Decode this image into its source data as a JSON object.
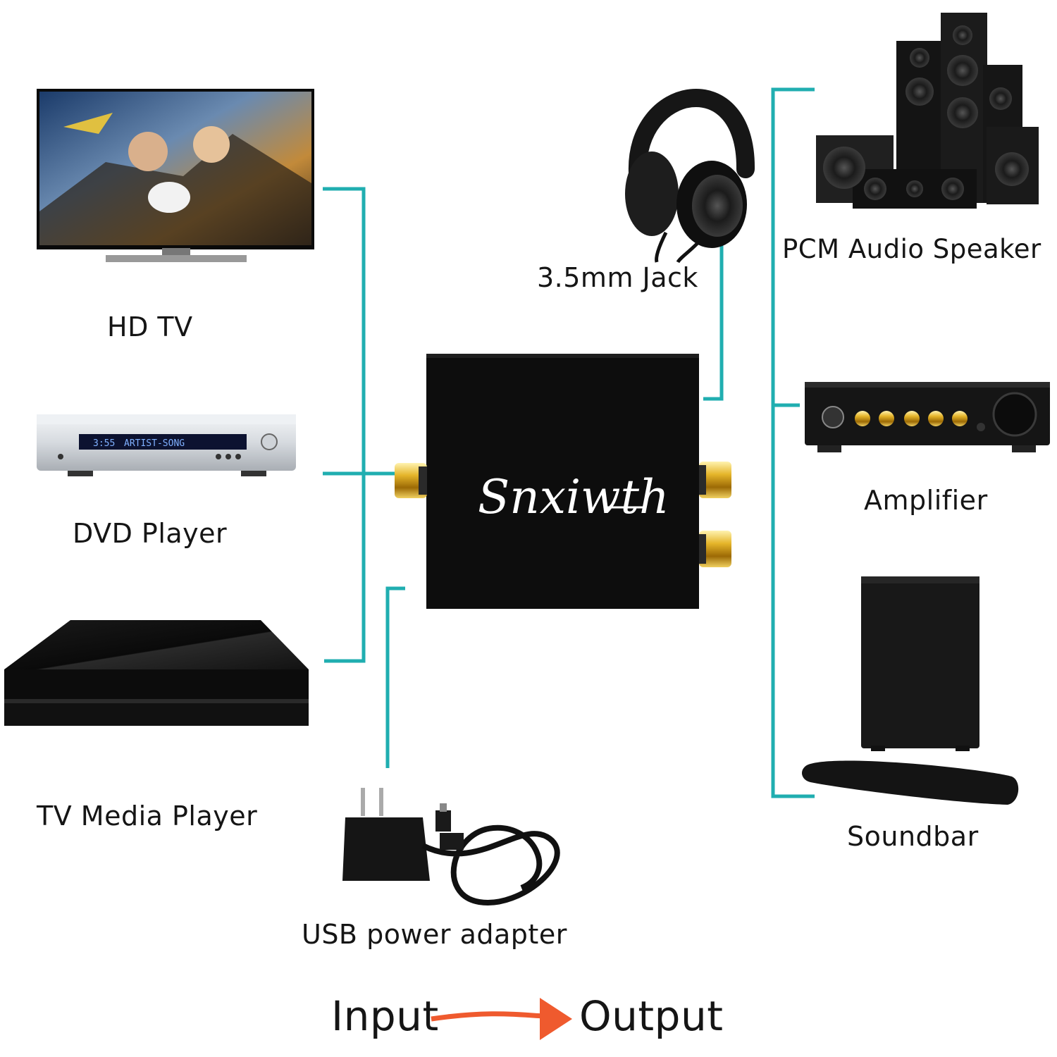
{
  "devices": {
    "inputs": [
      {
        "label": "HD TV"
      },
      {
        "label": "DVD Player"
      },
      {
        "label": "TV Media Player"
      }
    ],
    "outputs": [
      {
        "label": "3.5mm Jack"
      },
      {
        "label": "PCM Audio Speaker"
      },
      {
        "label": "Amplifier"
      },
      {
        "label": "Soundbar"
      }
    ],
    "power": {
      "label": "USB power adapter"
    }
  },
  "converter": {
    "brand": "Snxiwth"
  },
  "dvd_display": {
    "clock": "3:55",
    "track": "ARTIST-SONG"
  },
  "flow": {
    "from": "Input",
    "to": "Output"
  },
  "colors": {
    "connector_line": "#20aeb0",
    "arrow": "#ef5a2e",
    "device_body": "#111111",
    "gold": "#d4a017"
  }
}
